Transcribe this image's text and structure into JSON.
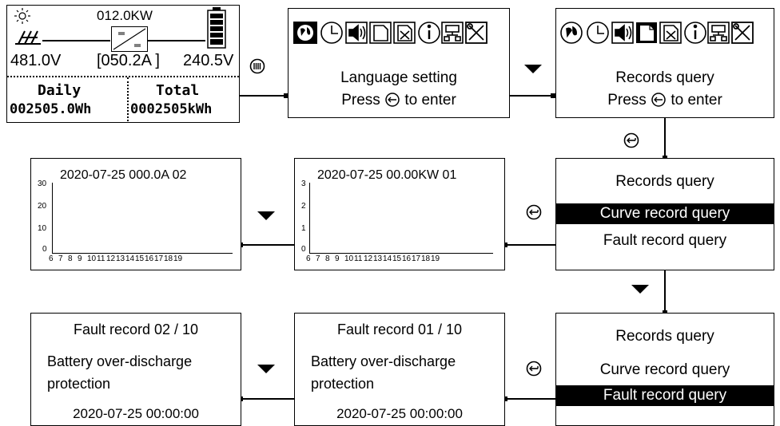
{
  "screen_home": {
    "power": "012.0KW",
    "pv_voltage": "481.0V",
    "current": "[050.2A ]",
    "battery_voltage": "240.5V",
    "daily_label": "Daily",
    "total_label": "Total",
    "daily_value": "002505.0Wh",
    "total_value": "0002505kWh"
  },
  "screen_menu_language": {
    "line1": "Language  setting",
    "press": "Press",
    "enter": "to enter"
  },
  "screen_menu_records": {
    "line1": "Records query",
    "press": "Press",
    "enter": "to enter"
  },
  "screen_records_menu_curve": {
    "title": "Records query",
    "item1": "Curve record query",
    "item2": "Fault record query"
  },
  "screen_records_menu_fault": {
    "title": "Records query",
    "item1": "Curve record query",
    "item2": "Fault record query"
  },
  "screen_curve_kw": {
    "header": "2020-07-25 00.00KW 01",
    "y_ticks": [
      "3",
      "2",
      "1",
      "0"
    ],
    "x_ticks": [
      "6",
      "7",
      "8",
      "9",
      "10",
      "11",
      "12",
      "13",
      "14",
      "15",
      "16",
      "17",
      "18",
      "19"
    ]
  },
  "screen_curve_a": {
    "header": "2020-07-25 000.0A 02",
    "y_ticks": [
      "30",
      "20",
      "10",
      "0"
    ],
    "x_ticks": [
      "6",
      "7",
      "8",
      "9",
      "10",
      "11",
      "12",
      "13",
      "14",
      "15",
      "16",
      "17",
      "18",
      "19"
    ]
  },
  "screen_fault_01": {
    "title": "Fault record 01 / 10",
    "msg_line1": "Battery over-discharge",
    "msg_line2": "protection",
    "time": "2020-07-25 00:00:00"
  },
  "screen_fault_02": {
    "title": "Fault record 02 / 10",
    "msg_line1": "Battery over-discharge",
    "msg_line2": "protection",
    "time": "2020-07-25 00:00:00"
  },
  "icons": [
    "globe-icon",
    "clock-icon",
    "speaker-icon",
    "document-icon",
    "chart-icon",
    "info-icon",
    "network-icon",
    "tools-icon"
  ],
  "button_symbols": {
    "menu": "menu-button-icon",
    "enter": "enter-button-icon",
    "down": "down-arrow-icon"
  }
}
